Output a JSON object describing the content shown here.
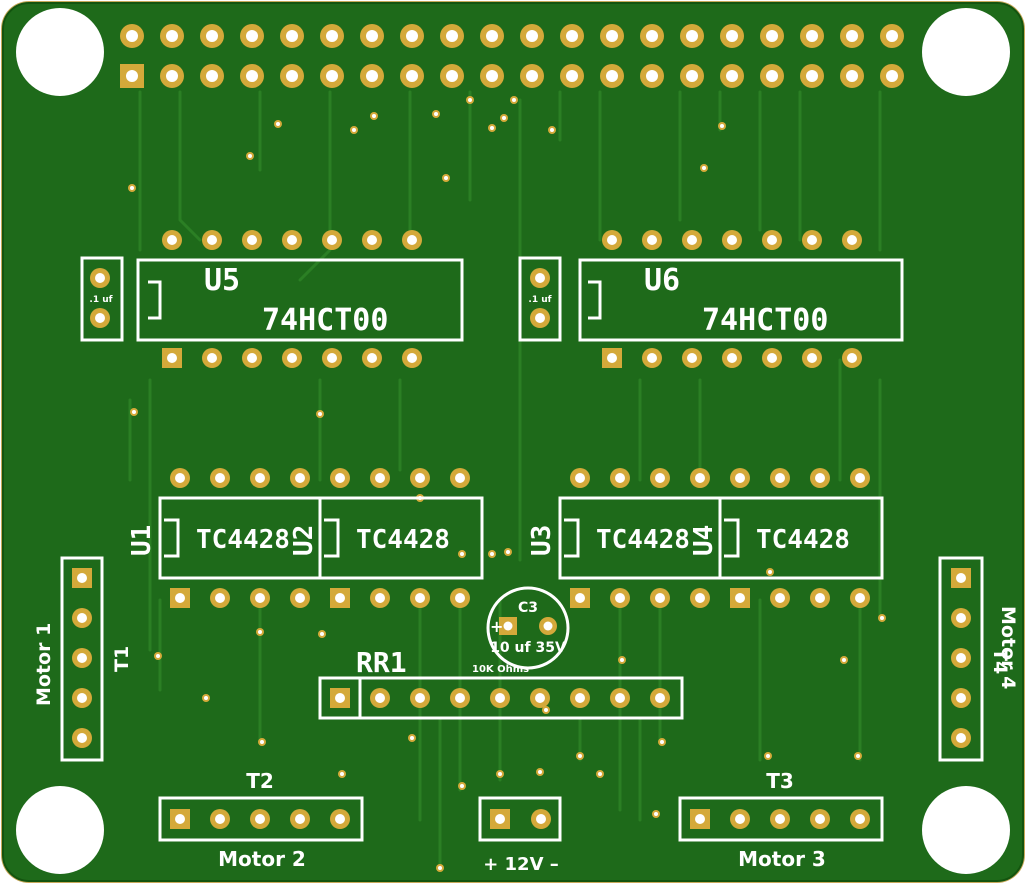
{
  "board": {
    "colors": {
      "substrate": "#c8a85a",
      "mask": "#1e6a1a",
      "mask_edge": "#13540f",
      "trace": "#2b7f24",
      "pad": "#d4a93a",
      "drill": "#ffffff",
      "silk": "#ffffff"
    }
  },
  "components": {
    "u5": {
      "ref": "U5",
      "value": "74HCT00"
    },
    "u6": {
      "ref": "U6",
      "value": "74HCT00"
    },
    "cap_left": {
      "value": ".1 uf"
    },
    "cap_right": {
      "value": ".1 uf"
    },
    "u1": {
      "ref": "U1",
      "value": "TC4428"
    },
    "u2": {
      "ref": "U2",
      "value": "TC4428"
    },
    "u3": {
      "ref": "U3",
      "value": "TC4428"
    },
    "u4": {
      "ref": "U4",
      "value": "TC4428"
    },
    "c3": {
      "ref": "C3",
      "value": "10 uf 35V",
      "plus": "+"
    },
    "rr1": {
      "ref": "RR1",
      "value": "10K Ohms"
    },
    "t1": {
      "ref": "T1",
      "label": "Motor 1"
    },
    "t2": {
      "ref": "T2",
      "label": "Motor 2"
    },
    "t3": {
      "ref": "T3",
      "label": "Motor 3"
    },
    "t4": {
      "ref": "T4",
      "label": "Motor 4"
    },
    "power": {
      "label": "+ 12V –"
    }
  }
}
